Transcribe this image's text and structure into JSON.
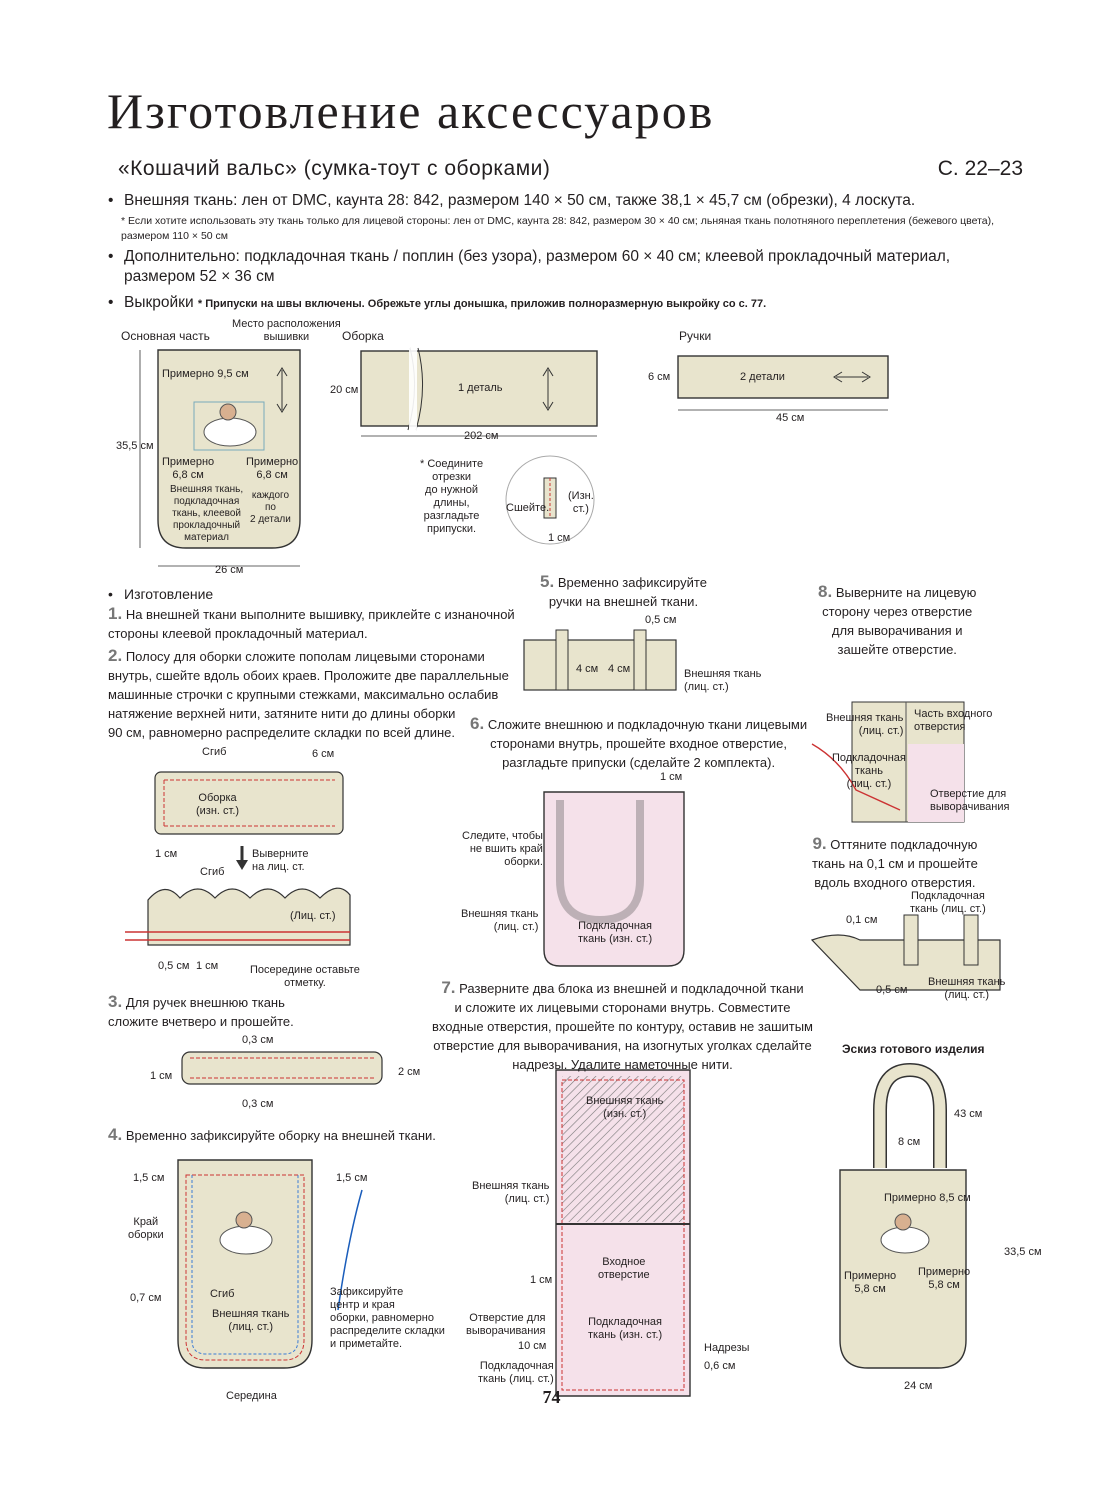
{
  "title": "Изготовление аксессуаров",
  "subtitle": "«Кошачий вальс» (сумка-тоут с оборками)",
  "page_ref": "С. 22–23",
  "materials": {
    "outer_label": "Внешняя ткань:",
    "outer_text": "лен от DMC, каунта 28: 842, размером 140 × 50 см, также 38,1 × 45,7 см (обрезки), 4 лоскута.",
    "note_line1": "* Если хотите использовать эту ткань только для лицевой стороны: лен от DMC, каунта 28: 842, размером 30 × 40 см; льняная ткань полотняного переплетения (бежевого цвета),",
    "note_line2": "размером 110 × 50 см",
    "extra_label": "Дополнительно:",
    "extra_text": "подкладочная ткань / поплин (без узора), размером 60 × 40 см; клеевой прокладочный материал,",
    "extra_text2": "размером 52 × 36 см",
    "patterns_label": "Выкройки",
    "patterns_note": "* Припуски на швы включены. Обрежьте углы донышка, приложив полноразмерную выкройку со с. 77."
  },
  "pattern_main": {
    "heading": "Основная часть",
    "embroidery": "Место расположения\nвышивки",
    "approx_top": "Примерно 9,5 см",
    "height": "35,5 см",
    "width": "26 см",
    "approx_left": "Примерно\n6,8 см",
    "approx_right": "Примерно\n6,8 см",
    "fabrics": "Внешняя ткань,\nподкладочная\nткань, клеевой\nпрокладочный\nматериал",
    "count": "каждого\nпо\n2 детали"
  },
  "pattern_ruffle": {
    "heading": "Оборка",
    "height": "20 см",
    "pieces": "1 деталь",
    "width": "202 см",
    "join_note": "* Соедините\nотрезки\nдо нужной\nдлины,\nразгладьте\nприпуски.",
    "sew": "Сшейте.",
    "wrong": "(Изн.\nст.)",
    "allow": "1 см"
  },
  "pattern_handles": {
    "heading": "Ручки",
    "height": "6 см",
    "pieces": "2 детали",
    "width": "45 см"
  },
  "steps": {
    "heading": "Изготовление",
    "s1": "На внешней ткани выполните вышивку, приклейте с изнаночной\nстороны клеевой прокладочный материал.",
    "s2": "Полосу для оборки сложите пополам лицевыми сторонами\nвнутрь, сшейте вдоль обоих краев. Проложите две параллельные\nмашинные строчки с крупными стежками, максимально ослабив\nнатяжение верхней нити, затяните нити до длины оборки\n90 см, равномерно распределите складки по всей длине.",
    "s3": "Для ручек внешнюю ткань\nсложите вчетверо и прошейте.",
    "s4": "Временно зафиксируйте оборку на внешней ткани.",
    "s5": "Временно зафиксируйте\nручки на внешней ткани.",
    "s6": "Сложите внешнюю и подкладочную ткани лицевыми\nсторонами внутрь, прошейте входное отверстие,\nразгладьте припуски (сделайте 2 комплекта).",
    "s7": "Разверните два блока из внешней и подкладочной ткани\nи сложите их лицевыми сторонами внутрь. Совместите\nвходные отверстия, прошейте по контуру, оставив не зашитым\nотверстие для выворачивания, на изогнутых уголках сделайте\nнадрезы. Удалите наметочные нити.",
    "s8": "Выверните на лицевую\nсторону через отверстие\nдля выворачивания и\nзашейте отверстие.",
    "s9": "Оттяните подкладочную\nткань на 0,1 см и прошейте\nвдоль входного отверстия."
  },
  "d2": {
    "fold": "Сгиб",
    "six": "6 см",
    "ruffle": "Оборка\n(изн. ст.)",
    "one": "1 см",
    "turn": "Выверните\nна лиц. ст.",
    "fold2": "Сгиб",
    "right": "(Лиц. ст.)",
    "half": "0,5 см",
    "one2": "1 см",
    "mark": "Посередине оставьте\nотметку."
  },
  "d3": {
    "top": "0,3 см",
    "left": "1 см",
    "right": "2 см",
    "bottom": "0,3 см"
  },
  "d4": {
    "l15": "1,5 см",
    "r15": "1,5 см",
    "edge": "Край\nоборки",
    "l07": "0,7 см",
    "fold": "Сгиб",
    "outer": "Внешняя ткань\n(лиц. ст.)",
    "fix": "Зафиксируйте\nцентр и края\nоборки, равномерно\nраспределите складки\nи приметайте.",
    "middle": "Середина"
  },
  "d5": {
    "half": "0,5 см",
    "four1": "4 см",
    "four2": "4 см",
    "outer": "Внешняя ткань\n(лиц. ст.)"
  },
  "d6": {
    "one": "1 см",
    "avoid": "Следите, чтобы\nне вшить край\nоборки.",
    "outer": "Внешняя ткань\n(лиц. ст.)",
    "lining": "Подкладочная\nткань (изн. ст.)"
  },
  "d7": {
    "outer_wrong": "Внешняя ткань\n(изн. ст.)",
    "outer_right": "Внешняя ткань\n(лиц. ст.)",
    "opening": "Входное\nотверстие",
    "one": "1 см",
    "turn_hole": "Отверстие для\nвыворачивания",
    "ten": "10 см",
    "lining_wrong": "Подкладочная\nткань (изн. ст.)",
    "notches": "Надрезы",
    "notch_size": "0,6 см",
    "lining_right": "Подкладочная\nткань (лиц. ст.)"
  },
  "d8": {
    "outer": "Внешняя ткань\n(лиц. ст.)",
    "part": "Часть входного\nотверстия",
    "lining": "Подкладочная\nткань\n(лиц. ст.)",
    "hole": "Отверстие для\nвыворачивания"
  },
  "d9": {
    "lining": "Подкладочная\nткань (лиц. ст.)",
    "small": "0,1 см",
    "half": "0,5 см",
    "outer": "Внешняя ткань\n(лиц. ст.)"
  },
  "sketch": {
    "heading": "Эскиз готового изделия",
    "handle": "43 см",
    "eight": "8 см",
    "approx85": "Примерно 8,5 см",
    "height": "33,5 см",
    "approx_l": "Примерно\n5,8 см",
    "approx_r": "Примерно\n5,8 см",
    "width": "24 см"
  },
  "page_number": "74"
}
